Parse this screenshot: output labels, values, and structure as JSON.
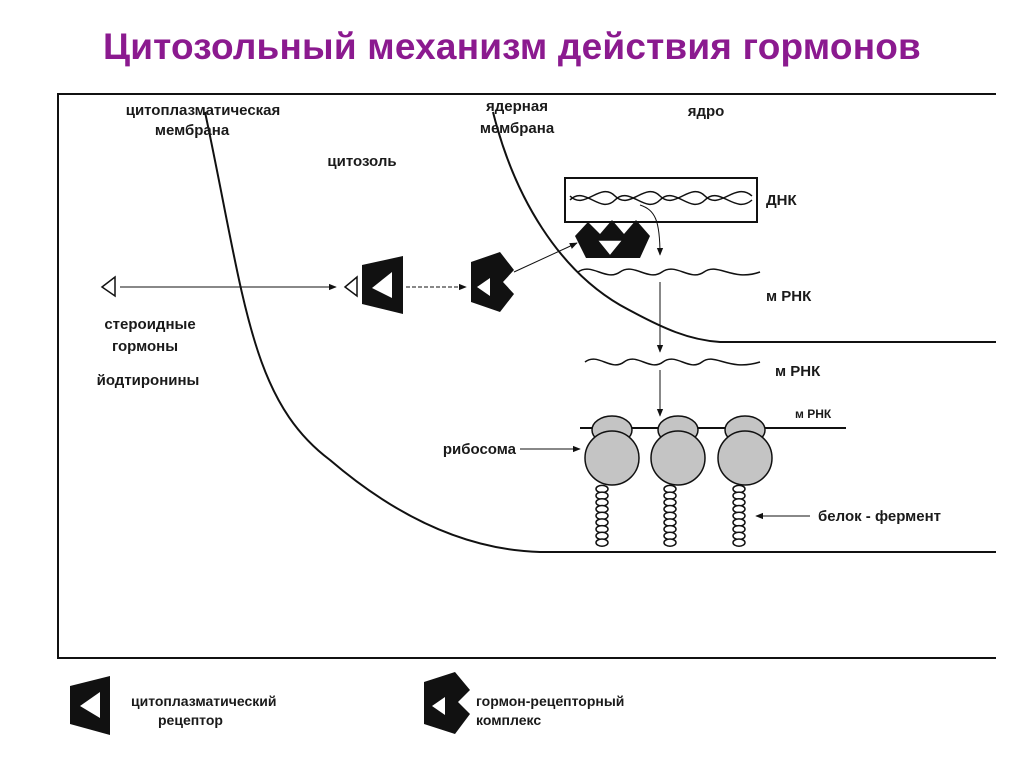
{
  "title": "Цитозольный механизм действия гормонов",
  "labels": {
    "cytoplasm_membrane_1": "цитоплазматическая",
    "cytoplasm_membrane_2": "мембрана",
    "cytosol": "цитозоль",
    "nuclear_membrane_1": "ядерная",
    "nuclear_membrane_2": "мембрана",
    "nucleus": "ядро",
    "dna": "ДНК",
    "mrna_nucleus": "м РНК",
    "mrna_cytosol": "м РНК",
    "mrna_ribosome": "м РНК",
    "steroid_1": "стероидные",
    "steroid_2": "гормоны",
    "iodothyronines": "йодтиронины",
    "ribosome": "рибосома",
    "protein_enzyme": "белок - фермент"
  },
  "legend": {
    "receptor_1": "цитоплазматический",
    "receptor_2": "рецептор",
    "complex_1": "гормон-рецепторный",
    "complex_2": "комплекс"
  },
  "colors": {
    "title": "#8b1a8f",
    "stroke": "#111111",
    "ribosome_fill": "#c4c4c4"
  }
}
